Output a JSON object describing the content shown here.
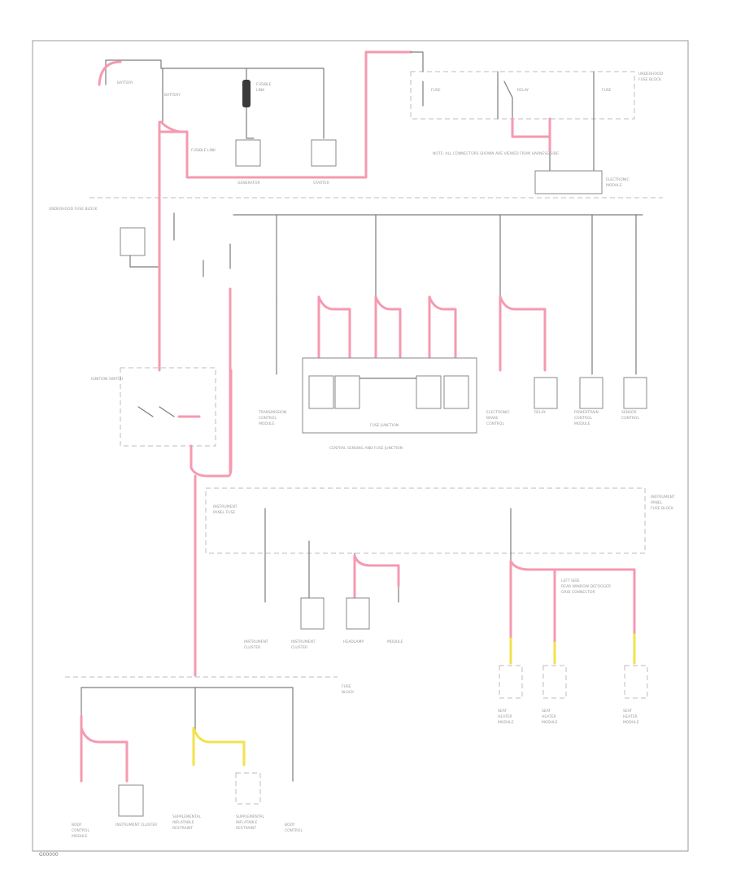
{
  "figure_id": "G00000",
  "colors": {
    "power": "#f59ab0",
    "accessory": "#f2e24b",
    "ground": "#7d7d7d",
    "border": "#9a9a9a"
  },
  "labels": {
    "battery": "BATTERY",
    "generator": "GENERATOR",
    "starter": "STARTER",
    "fusible_link": "FUSIBLE LINK",
    "underhood_block": "UNDERHOOD FUSE BLOCK",
    "fuse_junction": "FUSE JUNCTION",
    "central_module": "CENTRAL SENSING AND FUSE JUNCTION",
    "ignition_switch": "IGNITION SWITCH",
    "instrument_panel": "INSTRUMENT PANEL FUSE BLOCK",
    "electronic_module": "ELECTRONIC MODULE",
    "instrument_cluster": "INSTRUMENT CLUSTER",
    "note_text": "NOTE: ALL CONNECTORS SHOWN ARE VIEWED FROM HARNESS SIDE"
  }
}
